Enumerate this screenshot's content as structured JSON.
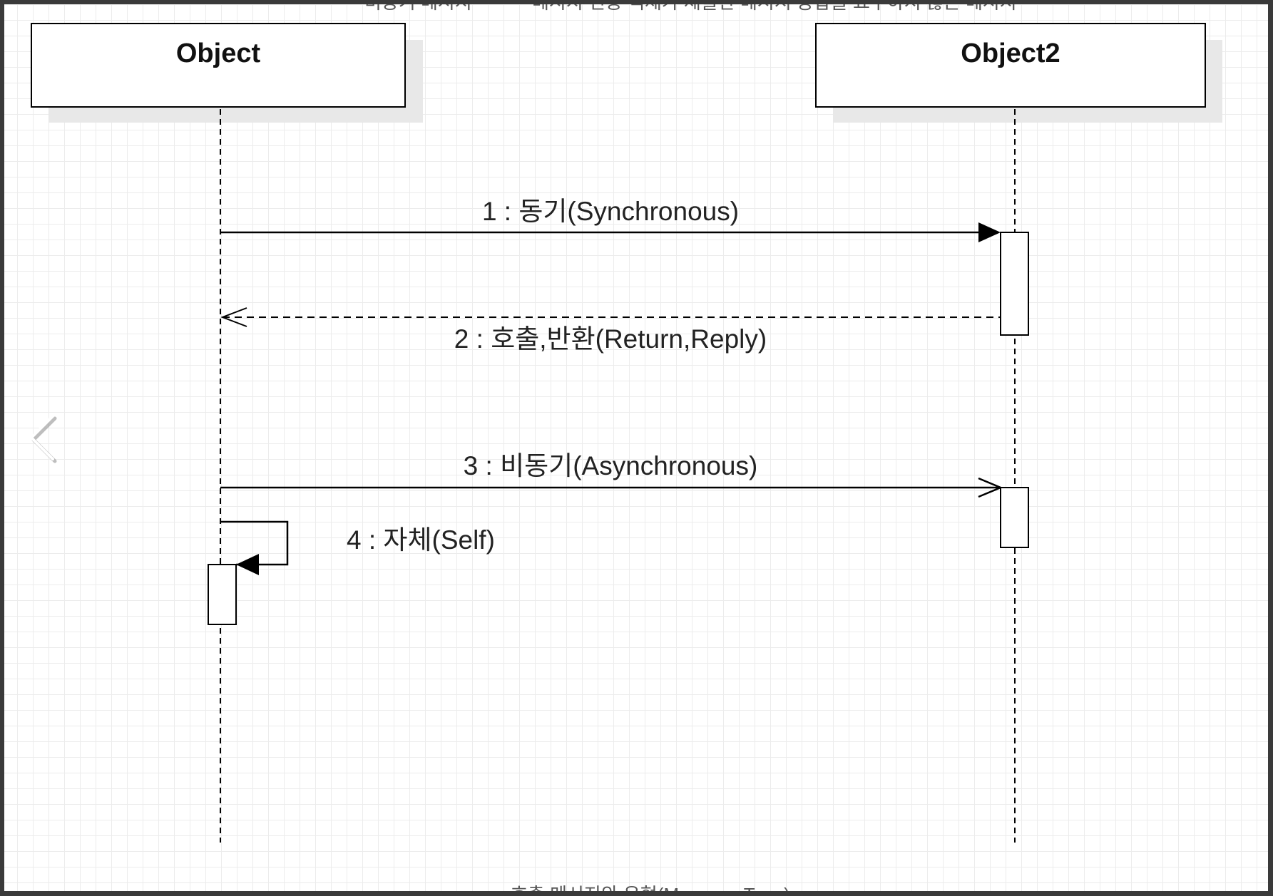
{
  "top_cut_text": {
    "left": "비동기 메시지",
    "right": "메시지 전송 객체가 제출한 메시지 응답을 요구하지 않는 메시지"
  },
  "bottom_cut_text": "호출 메시지와 유형(Message Type)",
  "lifelines": [
    {
      "name": "Object"
    },
    {
      "name": "Object2"
    }
  ],
  "messages": [
    {
      "label": "1 : 동기(Synchronous)",
      "kind": "synchronous"
    },
    {
      "label": "2 : 호출,반환(Return,Reply)",
      "kind": "return"
    },
    {
      "label": "3 : 비동기(Asynchronous)",
      "kind": "asynchronous"
    },
    {
      "label": "4 : 자체(Self)",
      "kind": "self"
    }
  ],
  "colors": {
    "background": "#ffffff",
    "grid": "#ececec",
    "line": "#000000",
    "shadow": "#e6e6e6",
    "frame": "#3a3a3a"
  },
  "icons": {
    "nav_prev": "chevron-left-icon"
  }
}
